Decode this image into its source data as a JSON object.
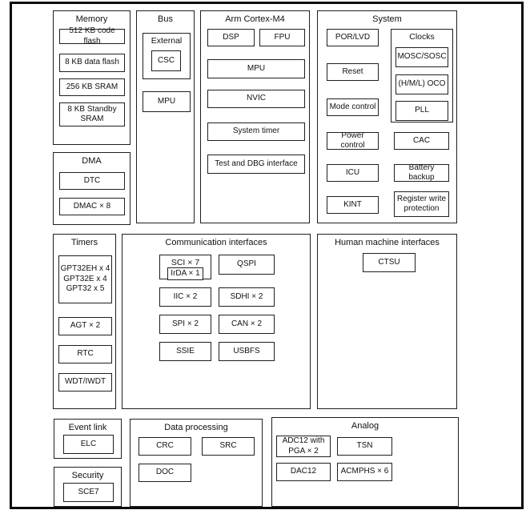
{
  "diagram": {
    "memory": {
      "title": "Memory",
      "code_flash": "512 KB code flash",
      "data_flash": "8 KB data flash",
      "sram": "256 KB SRAM",
      "standby_sram": "8 KB Standby\nSRAM"
    },
    "bus": {
      "title": "Bus",
      "external": "External",
      "csc": "CSC",
      "mpu": "MPU"
    },
    "cortex": {
      "title": "Arm Cortex-M4",
      "dsp": "DSP",
      "fpu": "FPU",
      "mpu": "MPU",
      "nvic": "NVIC",
      "system_timer": "System timer",
      "test_dbg": "Test and DBG interface"
    },
    "system": {
      "title": "System",
      "por_lvd": "POR/LVD",
      "reset": "Reset",
      "mode_control": "Mode control",
      "power_control": "Power control",
      "icu": "ICU",
      "kint": "KINT",
      "clocks": {
        "title": "Clocks",
        "mosc_sosc": "MOSC/SOSC",
        "oco": "(H/M/L) OCO",
        "pll": "PLL"
      },
      "cac": "CAC",
      "battery_backup": "Battery backup",
      "reg_write_protection": "Register write\nprotection"
    },
    "dma": {
      "title": "DMA",
      "dtc": "DTC",
      "dmac": "DMAC × 8"
    },
    "timers": {
      "title": "Timers",
      "gpt": "GPT32EH x 4\nGPT32E x 4\nGPT32 x 5",
      "agt": "AGT × 2",
      "rtc": "RTC",
      "wdt": "WDT/IWDT"
    },
    "comm": {
      "title": "Communication interfaces",
      "sci": "SCI × 7",
      "irda": "IrDA × 1",
      "qspi": "QSPI",
      "iic": "IIC × 2",
      "sdhi": "SDHI × 2",
      "spi": "SPI × 2",
      "can": "CAN × 2",
      "ssie": "SSIE",
      "usbfs": "USBFS"
    },
    "hmi": {
      "title": "Human machine interfaces",
      "ctsu": "CTSU"
    },
    "event_link": {
      "title": "Event link",
      "elc": "ELC"
    },
    "security": {
      "title": "Security",
      "sce7": "SCE7"
    },
    "data_processing": {
      "title": "Data processing",
      "crc": "CRC",
      "src": "SRC",
      "doc": "DOC"
    },
    "analog": {
      "title": "Analog",
      "adc": "ADC12 with\nPGA × 2",
      "tsn": "TSN",
      "dac": "DAC12",
      "acmphs": "ACMPHS × 6"
    }
  },
  "colors": {
    "border": "#1f1f1f",
    "frame": "#0a0a0a",
    "background": "#ffffff"
  }
}
